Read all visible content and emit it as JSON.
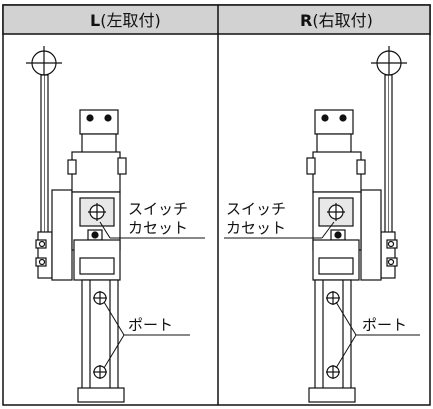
{
  "header_left": {
    "letter": "L",
    "text": "(左取付)"
  },
  "header_right": {
    "letter": "R",
    "text": "(右取付)"
  },
  "callouts": {
    "left_switch_line1": "スイッチ",
    "left_switch_line2": "カセット",
    "right_switch_line1": "スイッチ",
    "right_switch_line2": "カセット",
    "left_port": "ポート",
    "right_port": "ポート"
  },
  "colors": {
    "header_bg": "#d2d2d2",
    "line": "#111111",
    "body_fill": "#ffffff",
    "shade": "#bdbdbd"
  }
}
